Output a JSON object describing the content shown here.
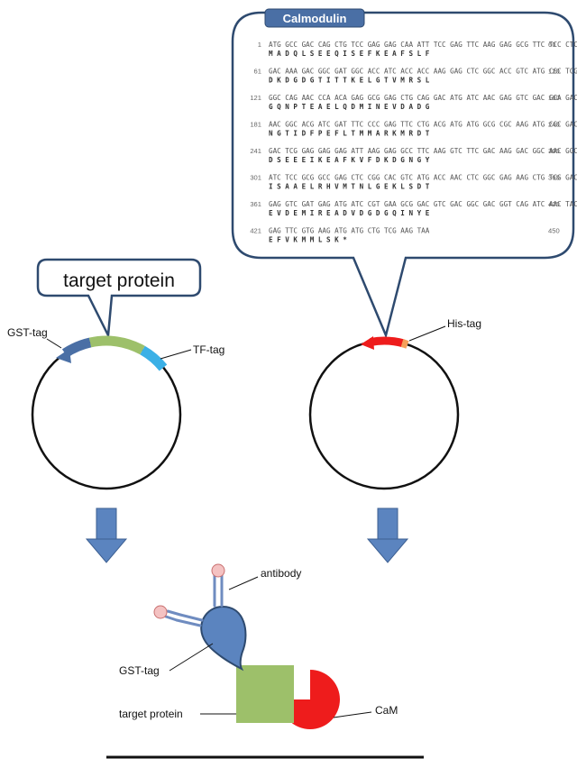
{
  "callouts": {
    "target_protein": "target protein",
    "calmodulin": "Calmodulin"
  },
  "tags": {
    "gst": "GST-tag",
    "tf": "TF-tag",
    "his": "His-tag"
  },
  "sequence": [
    {
      "start": "1",
      "end": "60",
      "dna": "ATG GCC GAC CAG CTG TCC GAG GAG CAA ATT TCC GAG TTC AAG GAG GCG TTC TCC CTC TTC",
      "aa": "M  A  D  Q  L  S  E  E  Q  I  S  E  F  K  E  A  F  S  L  F"
    },
    {
      "start": "61",
      "end": "120",
      "dna": "GAC AAA GAC GGC GAT GGC ACC ATC ACC ACC AAG GAG CTC GGC ACC GTC ATG CGC TCG CTG",
      "aa": "D  K  D  G  D  G  T  I  T  T  K  E  L  G  T  V  M  R  S  L"
    },
    {
      "start": "121",
      "end": "180",
      "dna": "GGC CAG AAC CCA ACA GAG GCG GAG CTG CAG GAC ATG ATC AAC GAG GTC GAC GCA GAC GGC",
      "aa": "G  Q  N  P  T  E  A  E  L  Q  D  M  I  N  E  V  D  A  D  G"
    },
    {
      "start": "181",
      "end": "240",
      "dna": "AAC GGC ACG ATC GAT TTC CCC GAG TTC CTG ACG ATG ATG GCG CGC AAG ATG CGC GAC ACA",
      "aa": "N  G  T  I  D  F  P  E  F  L  T  M  M  A  R  K  M  R  D  T"
    },
    {
      "start": "241",
      "end": "300",
      "dna": "GAC TCG GAG GAG GAG ATT AAG GAG GCC TTC AAG GTC TTC GAC AAG GAC GGC AAC GGC TAC",
      "aa": "D  S  E  E  E  I  K  E  A  F  K  V  F  D  K  D  G  N  G  Y"
    },
    {
      "start": "301",
      "end": "360",
      "dna": "ATC TCC GCG GCC GAG CTC CGG CAC GTC ATG ACC AAC CTC GGC GAG AAG CTG TCG GAC ACA",
      "aa": "I  S  A  A  E  L  R  H  V  M  T  N  L  G  E  K  L  S  D  T"
    },
    {
      "start": "361",
      "end": "420",
      "dna": "GAG GTC GAT GAG ATG ATC CGT GAA GCG GAC GTC GAC GGC GAC GGT CAG ATC AAC TAC GAG",
      "aa": "E  V  D  E  M  I  R  E  A  D  V  D  G  D  G  Q  I  N  Y  E"
    },
    {
      "start": "421",
      "end": "450",
      "dna": "GAG TTC GTG AAG ATG ATG CTG TCG AAG TAA",
      "aa": "E  F  V  K  M  M  L  S  K  *"
    }
  ],
  "assay": {
    "antibody": "antibody",
    "gst_tag": "GST-tag",
    "target_protein": "target protein",
    "cam": "CaM"
  },
  "colors": {
    "gst": "#4a6fa5",
    "target": "#9dc06a",
    "tf": "#3bb0e6",
    "his": "#f5a05a",
    "cam": "#ee1c1c",
    "arrow": "#5b84bf",
    "antibody_tip": "#f4c2c2"
  }
}
